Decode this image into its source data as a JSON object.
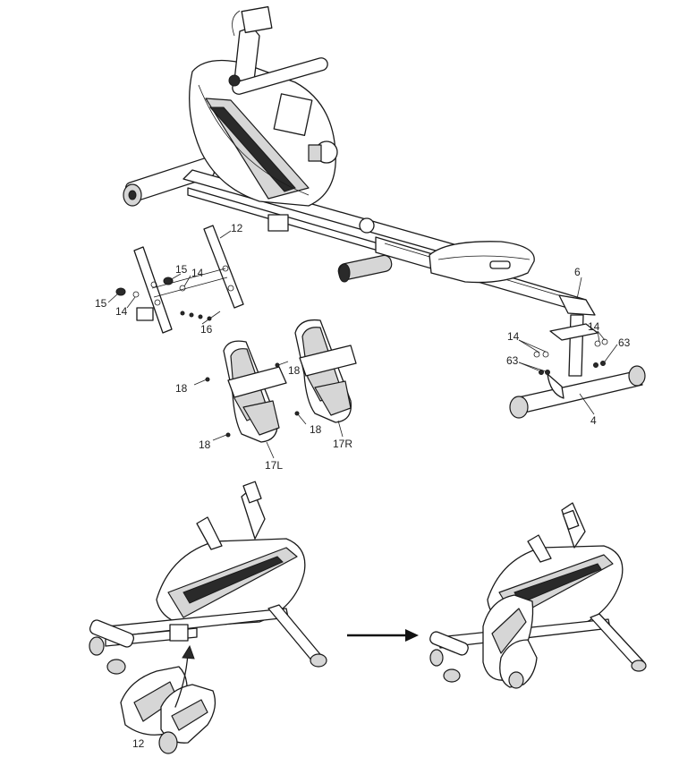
{
  "labels": {
    "p12_top": "12",
    "p15_a": "15",
    "p14_a": "14",
    "p15_b": "15",
    "p14_b": "14",
    "p16": "16",
    "p6": "6",
    "p14_c": "14",
    "p14_d": "14",
    "p63_a": "63",
    "p63_b": "63",
    "p4": "4",
    "p18_a": "18",
    "p18_b": "18",
    "p18_c": "18",
    "p18_d": "18",
    "p17L": "17L",
    "p17R": "17R",
    "p12_bottom": "12"
  }
}
